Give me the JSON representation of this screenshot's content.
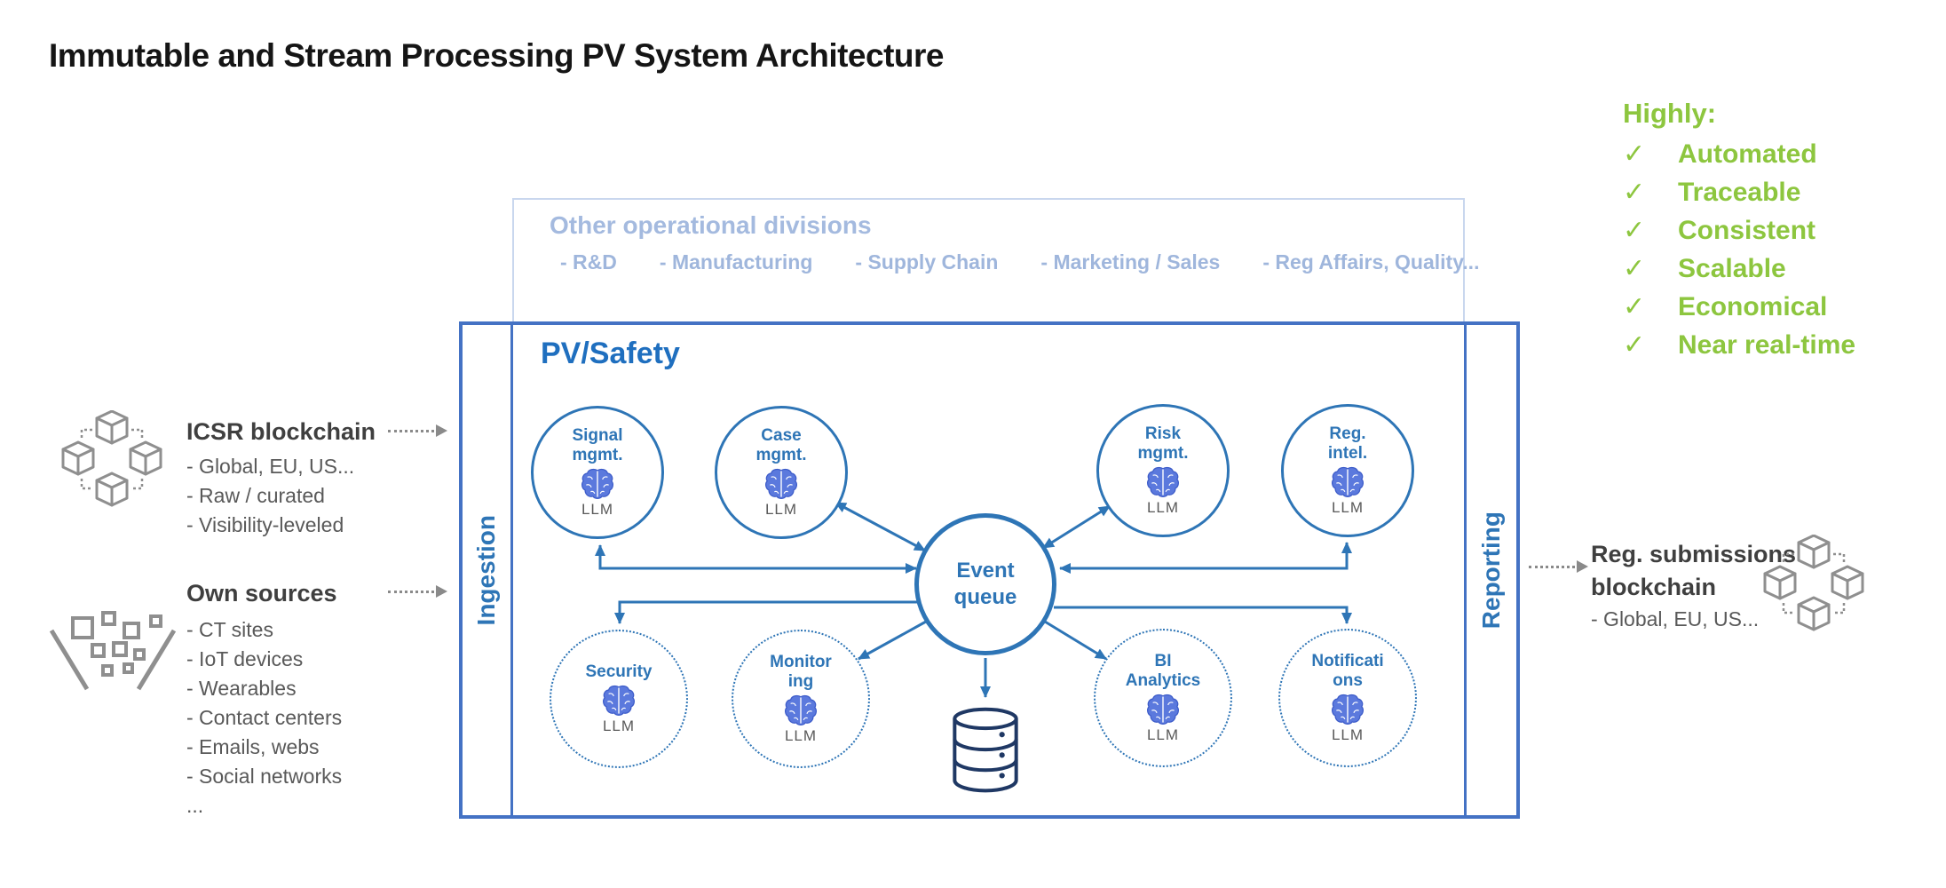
{
  "title": "Immutable and Stream Processing PV System Architecture",
  "highlights": {
    "heading": "Highly:",
    "check": "✓",
    "items": [
      "Automated",
      "Traceable",
      "Consistent",
      "Scalable",
      "Economical",
      "Near real-time"
    ]
  },
  "divisions": {
    "title": "Other operational divisions",
    "items": [
      "- R&D",
      "- Manufacturing",
      "- Supply Chain",
      "- Marketing / Sales",
      "- Reg Affairs, Quality..."
    ]
  },
  "system": {
    "title": "PV/Safety",
    "ingestion_label": "Ingestion",
    "reporting_label": "Reporting",
    "event_queue_label": "Event\nqueue",
    "llm_label": "LLM",
    "top_modules": [
      {
        "label": "Signal\nmgmt."
      },
      {
        "label": "Case\nmgmt."
      },
      {
        "label": "Risk\nmgmt."
      },
      {
        "label": "Reg.\nintel."
      }
    ],
    "bottom_modules": [
      {
        "label": "Security"
      },
      {
        "label": "Monitor\ning"
      },
      {
        "label": "BI\nAnalytics"
      },
      {
        "label": "Notificati\nons"
      }
    ]
  },
  "left_panel": {
    "icsr": {
      "title": "ICSR blockchain",
      "items": [
        "- Global, EU, US...",
        "- Raw / curated",
        "- Visibility-leveled"
      ]
    },
    "own_sources": {
      "title": "Own sources",
      "items": [
        "- CT sites",
        "- IoT devices",
        "- Wearables",
        "- Contact centers",
        "- Emails, webs",
        "- Social networks",
        "..."
      ]
    }
  },
  "right_panel": {
    "title": "Reg. submissions\nblockchain",
    "items": [
      "- Global, EU, US..."
    ]
  },
  "colors": {
    "accent_blue": "#2E75B6",
    "box_border": "#4472C4",
    "light_blue_text": "#A4BADF",
    "green": "#8DC63F",
    "gray_text": "#595959",
    "navy": "#1F3864",
    "icon_gray": "#8F8F8F"
  }
}
